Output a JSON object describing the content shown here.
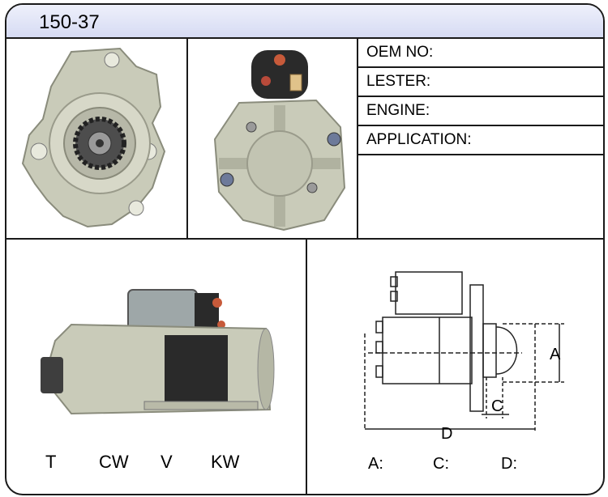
{
  "part_number": "150-37",
  "specs": [
    {
      "label": "OEM NO:"
    },
    {
      "label": "LESTER:"
    },
    {
      "label": "ENGINE:"
    },
    {
      "label": "APPLICATION:"
    }
  ],
  "ratings": [
    "T",
    "CW",
    "V",
    "KW"
  ],
  "dimensions": {
    "labels": [
      "A:",
      "C:",
      "D:"
    ],
    "drawing_letters": {
      "a": "A",
      "c": "C",
      "d": "D"
    }
  },
  "colors": {
    "title_bar": "#dbe0f5",
    "border": "#1a1a1a",
    "housing": "#c9cbb9",
    "solenoid_body": "#2a2a2a"
  },
  "icons": [
    "front-view-photo",
    "rear-view-photo",
    "side-view-photo",
    "dimension-drawing"
  ]
}
